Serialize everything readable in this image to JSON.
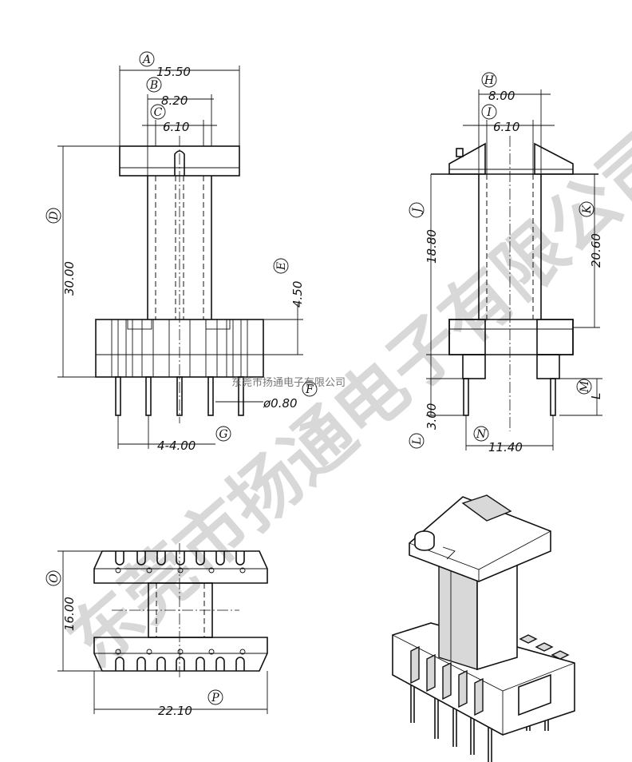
{
  "front_view": {
    "dims": {
      "A": "15.50",
      "B": "8.20",
      "C": "6.10",
      "D": "30.00",
      "E": "4.50",
      "F": "ø0.80",
      "G": "4-4.00"
    },
    "tags": {
      "A": "A",
      "B": "B",
      "C": "C",
      "D": "D",
      "E": "E",
      "F": "F",
      "G": "G"
    }
  },
  "side_view": {
    "dims": {
      "H": "8.00",
      "I": "6.10",
      "J": "18.80",
      "K": "20.60",
      "L": "3.00",
      "M": "L",
      "N": "11.40"
    },
    "tags": {
      "H": "H",
      "I": "I",
      "J": "J",
      "K": "K",
      "L": "L",
      "M": "M",
      "N": "N"
    }
  },
  "bottom_view": {
    "dims": {
      "O": "16.00",
      "P": "22.10"
    },
    "tags": {
      "O": "O",
      "P": "P"
    }
  },
  "watermark": {
    "large": "东莞市扬通电子有限公司",
    "small": "东莞市扬通电子有限公司"
  }
}
